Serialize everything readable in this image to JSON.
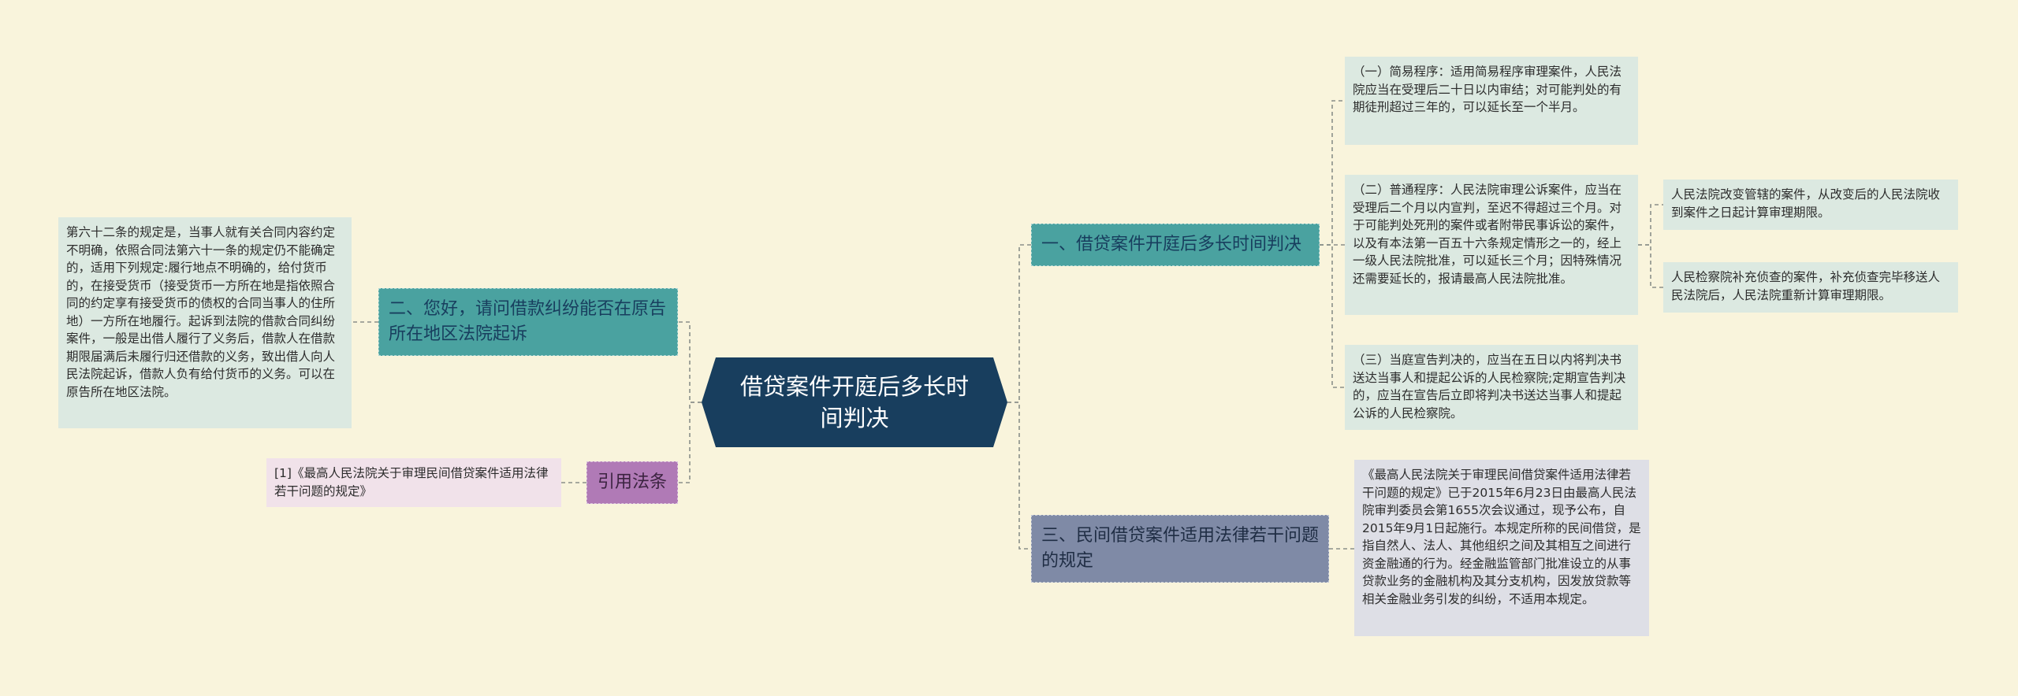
{
  "central": {
    "title": "借贷案件开庭后多长时间判决"
  },
  "branches": {
    "b1": {
      "label": "一、借贷案件开庭后多长时间判决"
    },
    "b2": {
      "label": "二、您好，请问借款纠纷能否在原告所在地区法院起诉"
    },
    "b3": {
      "label": "三、民间借贷案件适用法律若干问题的规定"
    },
    "b4": {
      "label": "引用法条"
    }
  },
  "leaves": {
    "l1": "（一）简易程序：适用简易程序审理案件，人民法院应当在受理后二十日以内审结；对可能判处的有期徒刑超过三年的，可以延长至一个半月。",
    "l2": "（二）普通程序：人民法院审理公诉案件，应当在受理后二个月以内宣判，至迟不得超过三个月。对于可能判处死刑的案件或者附带民事诉讼的案件，以及有本法第一百五十六条规定情形之一的，经上一级人民法院批准，可以延长三个月；因特殊情况还需要延长的，报请最高人民法院批准。",
    "l2a": "人民法院改变管辖的案件，从改变后的人民法院收到案件之日起计算审理期限。",
    "l2b": "人民检察院补充侦查的案件，补充侦查完毕移送人民法院后，人民法院重新计算审理期限。",
    "l3": "（三）当庭宣告判决的，应当在五日以内将判决书送达当事人和提起公诉的人民检察院;定期宣告判决的，应当在宣告后立即将判决书送达当事人和提起公诉的人民检察院。",
    "l4": "《最高人民法院关于审理民间借贷案件适用法律若干问题的规定》已于2015年6月23日由最高人民法院审判委员会第1655次会议通过，现予公布，自2015年9月1日起施行。本规定所称的民间借贷，是指自然人、法人、其他组织之间及其相互之间进行资金融通的行为。经金融监管部门批准设立的从事贷款业务的金融机构及其分支机构，因发放贷款等相关金融业务引发的纠纷，不适用本规定。",
    "l5": "第六十二条的规定是，当事人就有关合同内容约定不明确，依照合同法第六十一条的规定仍不能确定的，适用下列规定:履行地点不明确的，给付货币的，在接受货币（接受货币一方所在地是指依照合同的约定享有接受货币的债权的合同当事人的住所地）一方所在地履行。起诉到法院的借款合同纠纷案件，一般是出借人履行了义务后，借款人在借款期限届满后未履行归还借款的义务，致出借人向人民法院起诉，借款人负有给付货币的义务。可以在原告所在地区法院。",
    "l6": "[1]《最高人民法院关于审理民间借贷案件适用法律若干问题的规定》"
  },
  "colors": {
    "background": "#f9f4dc",
    "central": "#183e5e",
    "teal": "#4aa2a0",
    "slate": "#7f8aa6",
    "purple": "#b07ab6",
    "leaf_teal": "#dce9e1",
    "leaf_slate": "#dedfe6",
    "leaf_purple": "#f1e2ea"
  }
}
